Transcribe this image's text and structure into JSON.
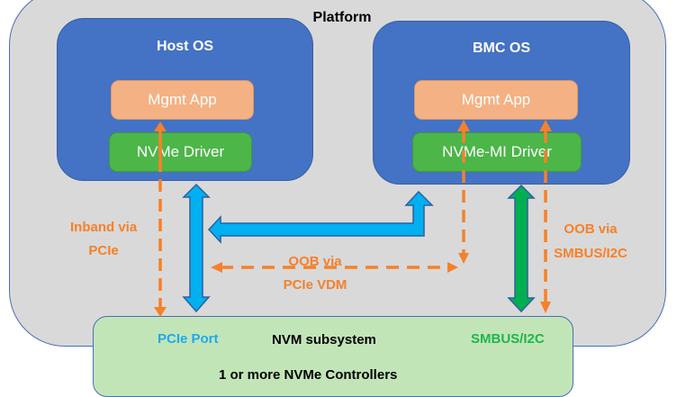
{
  "platform": {
    "title": "Platform"
  },
  "host_os": {
    "title": "Host OS",
    "mgmt_app": "Mgmt App",
    "driver": "NVMe Driver"
  },
  "bmc_os": {
    "title": "BMC OS",
    "mgmt_app": "Mgmt App",
    "driver": "NVMe-MI Driver"
  },
  "labels": {
    "inband": [
      "Inband via",
      "PCIe"
    ],
    "oob_pcie": [
      "OOB via",
      "PCIe VDM"
    ],
    "oob_smbus": [
      "OOB via",
      "SMBUS/I2C"
    ]
  },
  "nvm_subsystem": {
    "title": "NVM subsystem",
    "pcie_port": "PCIe Port",
    "smbus_port": "SMBUS/I2C",
    "controllers": "1 or more NVMe Controllers"
  },
  "colors": {
    "platform_bg": "#d9d9d9",
    "os_blue": "#4472c4",
    "mgmt_orange": "#f4b183",
    "driver_green": "#4cb648",
    "pcie_arrow": "#00b0f0",
    "smbus_arrow": "#00b050",
    "dashed_orange": "#f4812b",
    "nvm_green": "#c2e5b8"
  }
}
